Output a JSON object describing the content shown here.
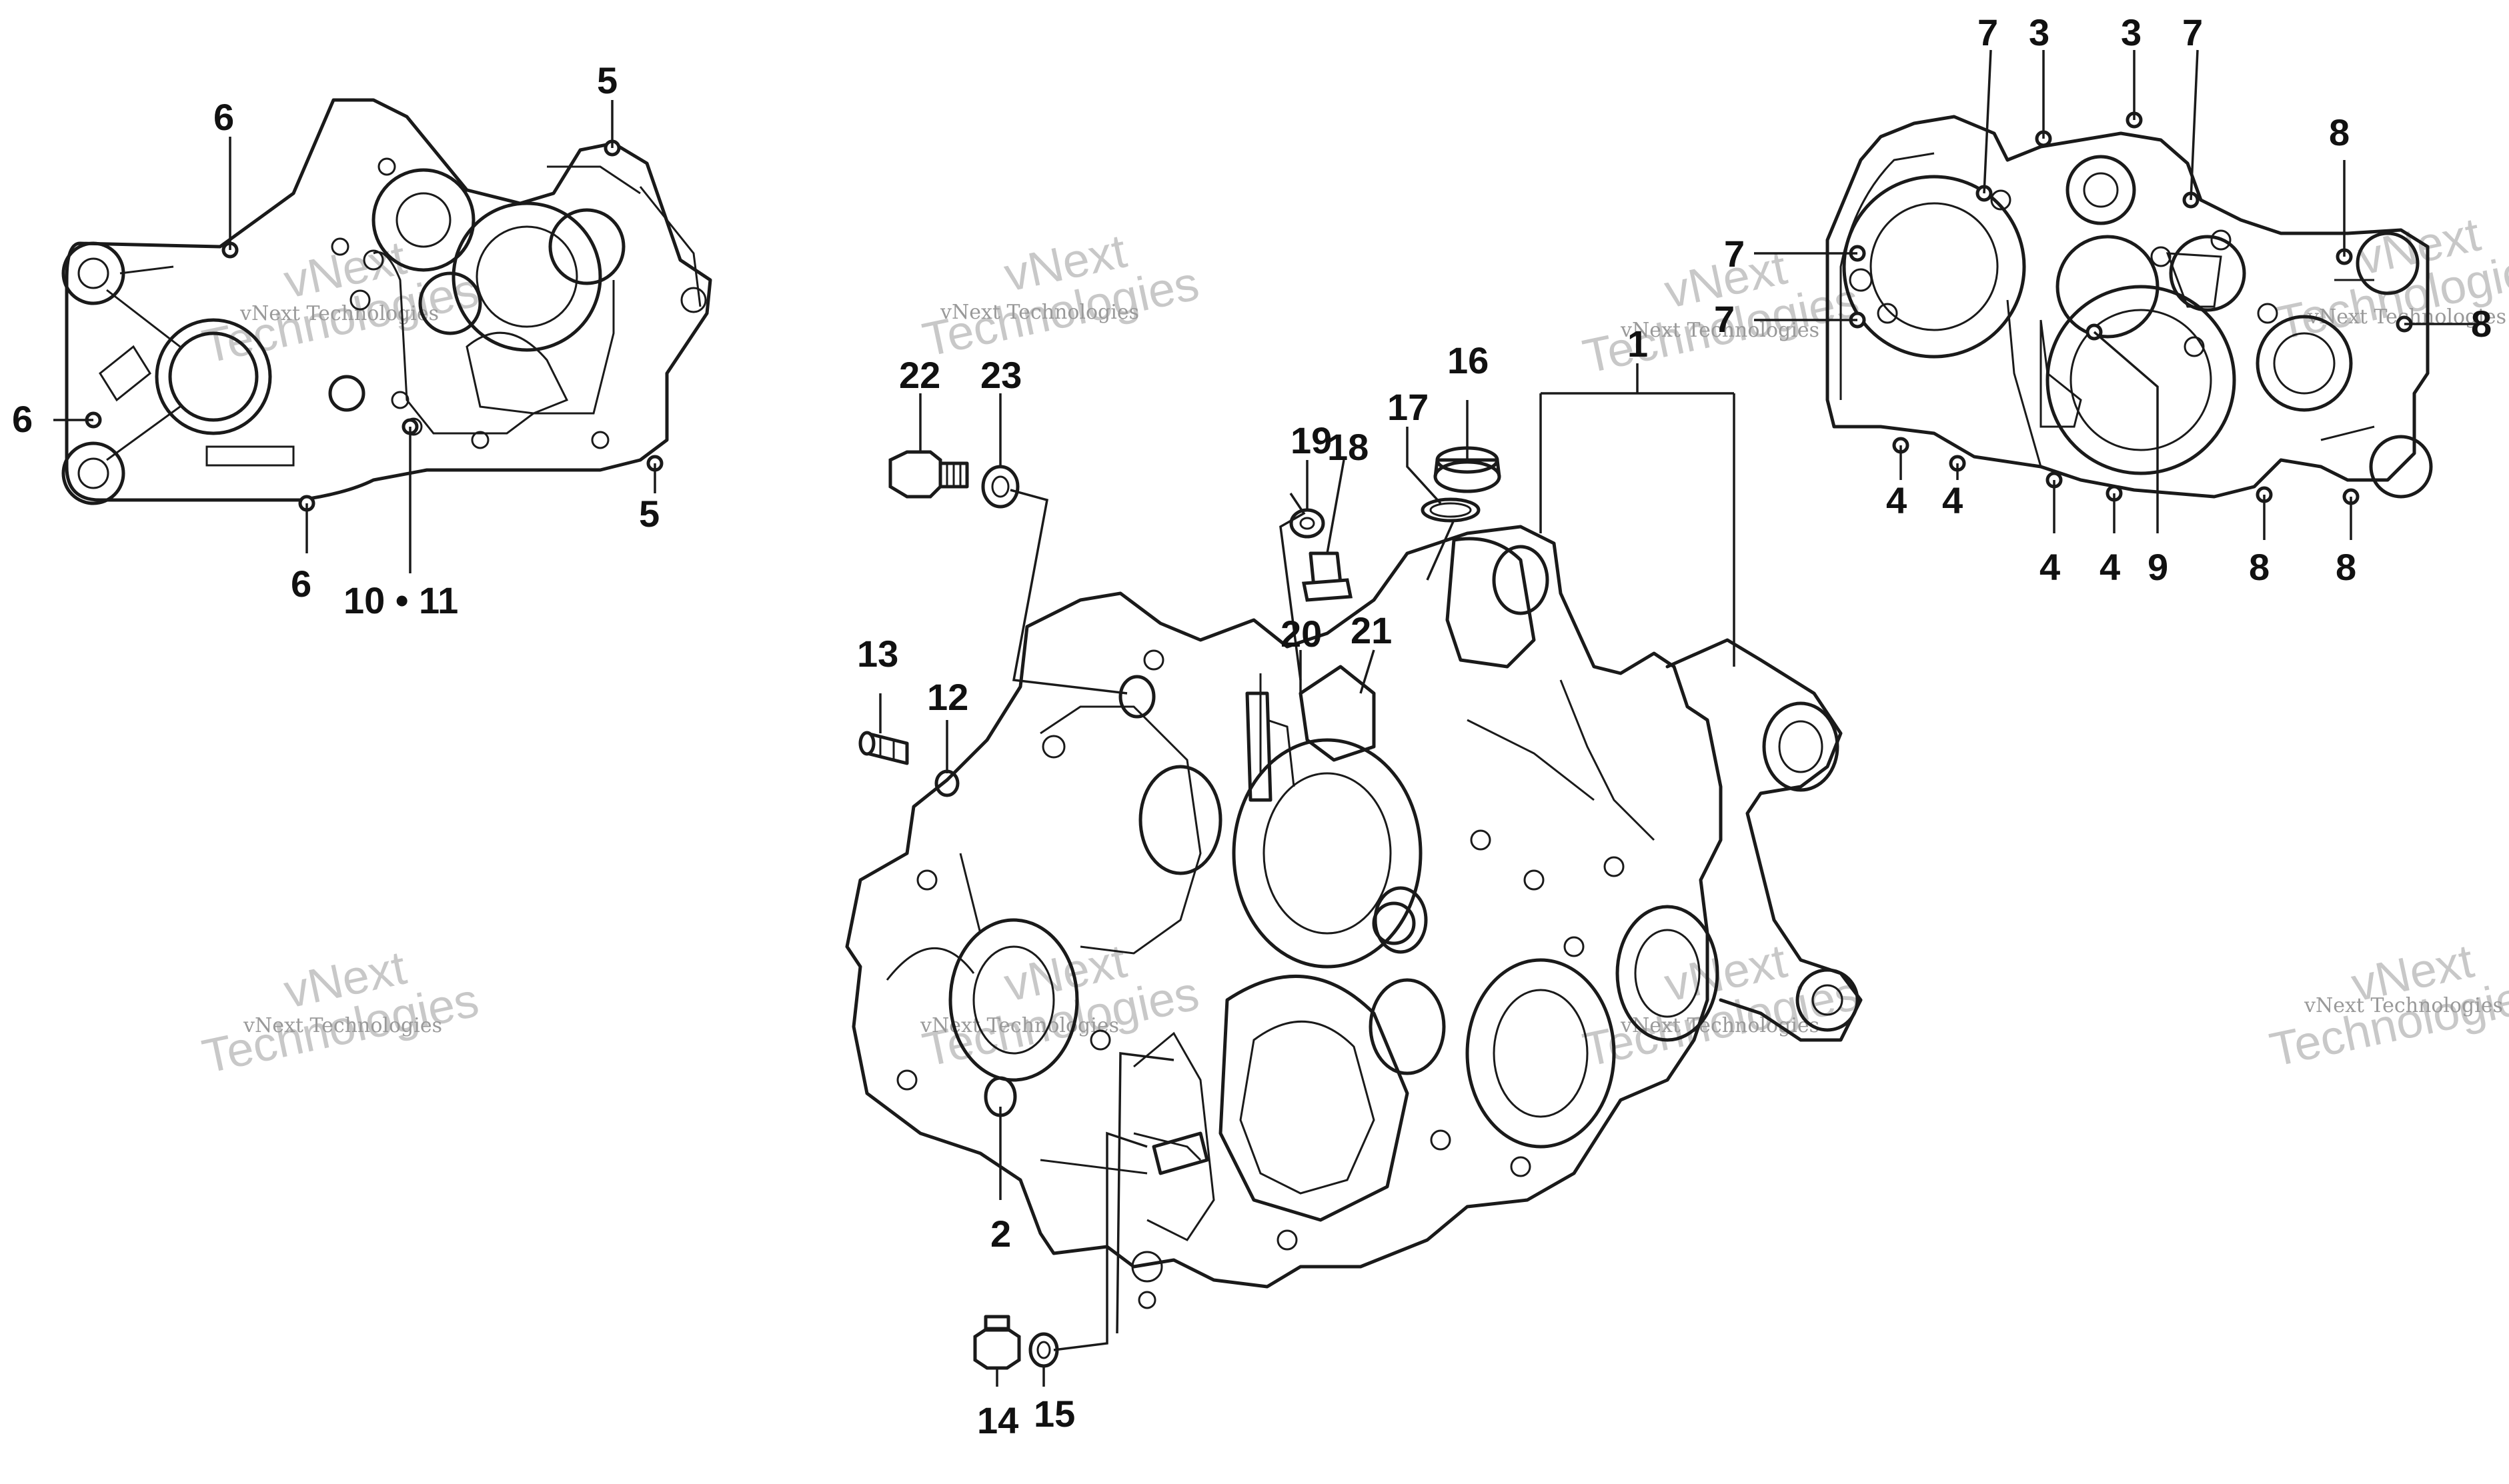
{
  "watermark": {
    "line1": "vNext Technologies",
    "line2": "vNext\nTechnologies"
  },
  "callouts": {
    "c1": "1",
    "c2": "2",
    "c3a": "3",
    "c3b": "3",
    "c4a": "4",
    "c4b": "4",
    "c4c": "4",
    "c4d": "4",
    "c5a": "5",
    "c5b": "5",
    "c6a": "6",
    "c6b": "6",
    "c6c": "6",
    "c7a": "7",
    "c7b": "7",
    "c7c": "7",
    "c7d": "7",
    "c8a": "8",
    "c8b": "8",
    "c8c": "8",
    "c8d": "8",
    "c9": "9",
    "c10_11": "10 • 11",
    "c12": "12",
    "c13": "13",
    "c14": "14",
    "c15": "15",
    "c16": "16",
    "c17": "17",
    "c18": "18",
    "c19": "19",
    "c20": "20",
    "c21": "21",
    "c22": "22",
    "c23": "23"
  }
}
